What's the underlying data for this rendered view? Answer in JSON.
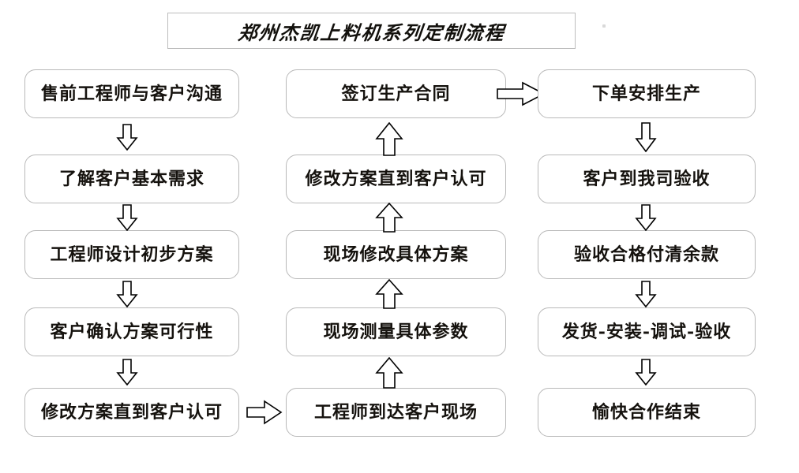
{
  "page": {
    "background_color": "#ffffff",
    "border_color": "#b9b9b9",
    "text_color": "#15120e"
  },
  "title": {
    "text": "郑州杰凯上料机系列定制流程"
  },
  "columns": [
    {
      "id": "column-1",
      "direction": "down",
      "nodes": [
        {
          "id": "node-1-1",
          "label": "售前工程师与客户沟通"
        },
        {
          "id": "node-1-2",
          "label": "了解客户基本需求"
        },
        {
          "id": "node-1-3",
          "label": "工程师设计初步方案"
        },
        {
          "id": "node-1-4",
          "label": "客户确认方案可行性"
        },
        {
          "id": "node-1-5",
          "label": "修改方案直到客户认可"
        }
      ]
    },
    {
      "id": "column-2",
      "direction": "up",
      "nodes": [
        {
          "id": "node-2-1",
          "label": "签订生产合同"
        },
        {
          "id": "node-2-2",
          "label": "修改方案直到客户认可"
        },
        {
          "id": "node-2-3",
          "label": "现场修改具体方案"
        },
        {
          "id": "node-2-4",
          "label": "现场测量具体参数"
        },
        {
          "id": "node-2-5",
          "label": "工程师到达客户现场"
        }
      ]
    },
    {
      "id": "column-3",
      "direction": "down",
      "nodes": [
        {
          "id": "node-3-1",
          "label": "下单安排生产"
        },
        {
          "id": "node-3-2",
          "label": "客户到我司验收"
        },
        {
          "id": "node-3-3",
          "label": "验收合格付清余款"
        },
        {
          "id": "node-3-4",
          "label": "发货-安装-调试-验收"
        },
        {
          "id": "node-3-5",
          "label": "愉快合作结束"
        }
      ]
    }
  ],
  "connectors": {
    "column1_down": [
      "down-arrow",
      "down-arrow",
      "down-arrow",
      "down-arrow"
    ],
    "column2_up": [
      "up-arrow",
      "up-arrow",
      "up-arrow",
      "up-arrow"
    ],
    "column3_down": [
      "down-arrow",
      "down-arrow",
      "down-arrow",
      "down-arrow"
    ],
    "col1_to_col2": "right-arrow",
    "col2_to_col3": "right-arrow"
  }
}
